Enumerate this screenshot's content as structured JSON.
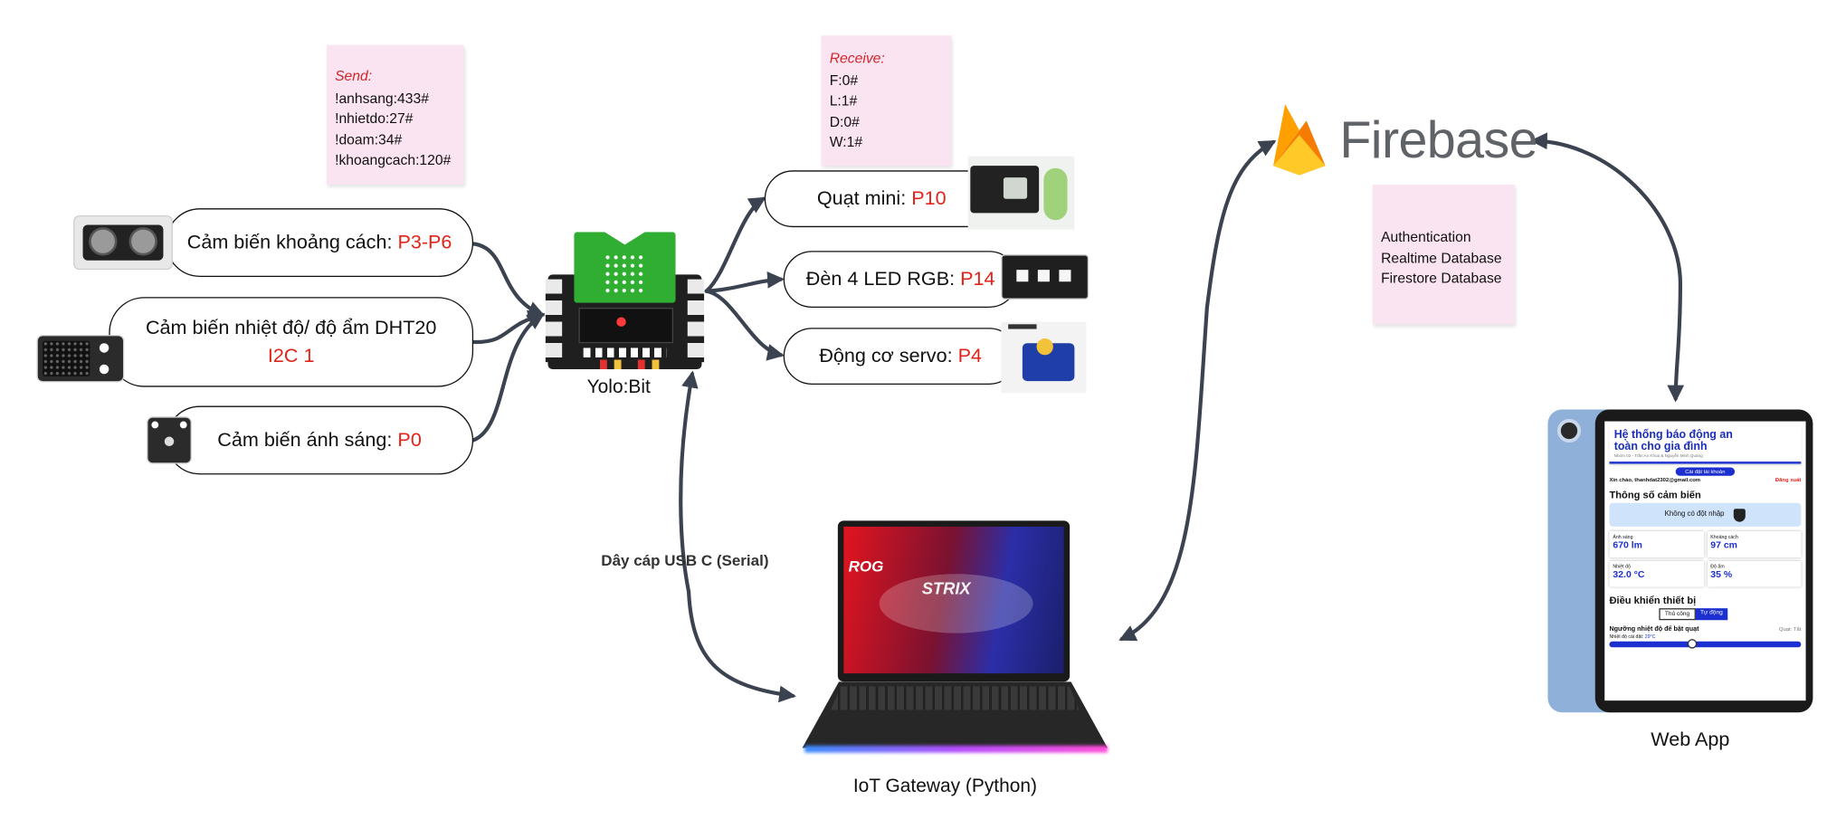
{
  "send_note": {
    "heading": "Send:",
    "lines": [
      "!anhsang:433#",
      "!nhietdo:27#",
      "!doam:34#",
      "!khoangcach:120#"
    ]
  },
  "receive_note": {
    "heading": "Receive:",
    "lines": [
      "F:0#",
      "L:1#",
      "D:0#",
      "W:1#"
    ]
  },
  "firebase_note": {
    "lines": [
      "Authentication",
      "Realtime Database",
      "Firestore Database"
    ]
  },
  "sensors": [
    {
      "name": "Cảm biến khoảng cách: ",
      "pin": "P3-P6"
    },
    {
      "name": "Cảm biến nhiệt độ/ độ ẩm DHT20",
      "pin": "I2C 1"
    },
    {
      "name": "Cảm biến ánh sáng: ",
      "pin": "P0"
    }
  ],
  "actuators": [
    {
      "name": "Quạt mini: ",
      "pin": "P10"
    },
    {
      "name": "Đèn 4 LED RGB: ",
      "pin": "P14"
    },
    {
      "name": "Động cơ servo: ",
      "pin": "P4"
    }
  ],
  "board_label": "Yolo:Bit",
  "cable_label": "Dây cáp USB C (Serial)",
  "gateway_label": "IoT Gateway (Python)",
  "laptop_logo": "STRIX",
  "firebase_label": "Firebase",
  "webapp_label": "Web App",
  "tablet": {
    "title": "Hệ thống báo động an toàn cho gia đình",
    "subtitle": "Nhóm 02 - Trần An Khoa & Nguyễn Minh Quang",
    "account_button": "Cài đặt tài khoản",
    "greeting": "Xin chào, thanhdat2302@gmail.com",
    "logout": "Đăng xuất",
    "sensor_section": "Thông số cảm biến",
    "intrusion_status": "Không có đột nhập",
    "readings": [
      {
        "label": "Ánh sáng",
        "value": "670 lm"
      },
      {
        "label": "Khoảng cách",
        "value": "97 cm"
      },
      {
        "label": "Nhiệt độ",
        "value": "32.0 °C"
      },
      {
        "label": "Độ ẩm",
        "value": "35 %"
      }
    ],
    "control_section": "Điều khiển thiết bị",
    "modes": [
      "Thủ công",
      "Tự động"
    ],
    "threshold_label": "Ngưỡng nhiệt độ để bật quạt",
    "threshold_sub": "Nhiệt độ cài đặt:",
    "threshold_value": "29°C",
    "threshold_right": "Quạt: Tắt",
    "slider_fraction": 0.43
  },
  "colors": {
    "accent_red": "#e2231a",
    "note_pink": "#fbe4f1",
    "arrow": "#3b4350",
    "board_green": "#2fae32",
    "firebase_text": "#5f6368"
  }
}
